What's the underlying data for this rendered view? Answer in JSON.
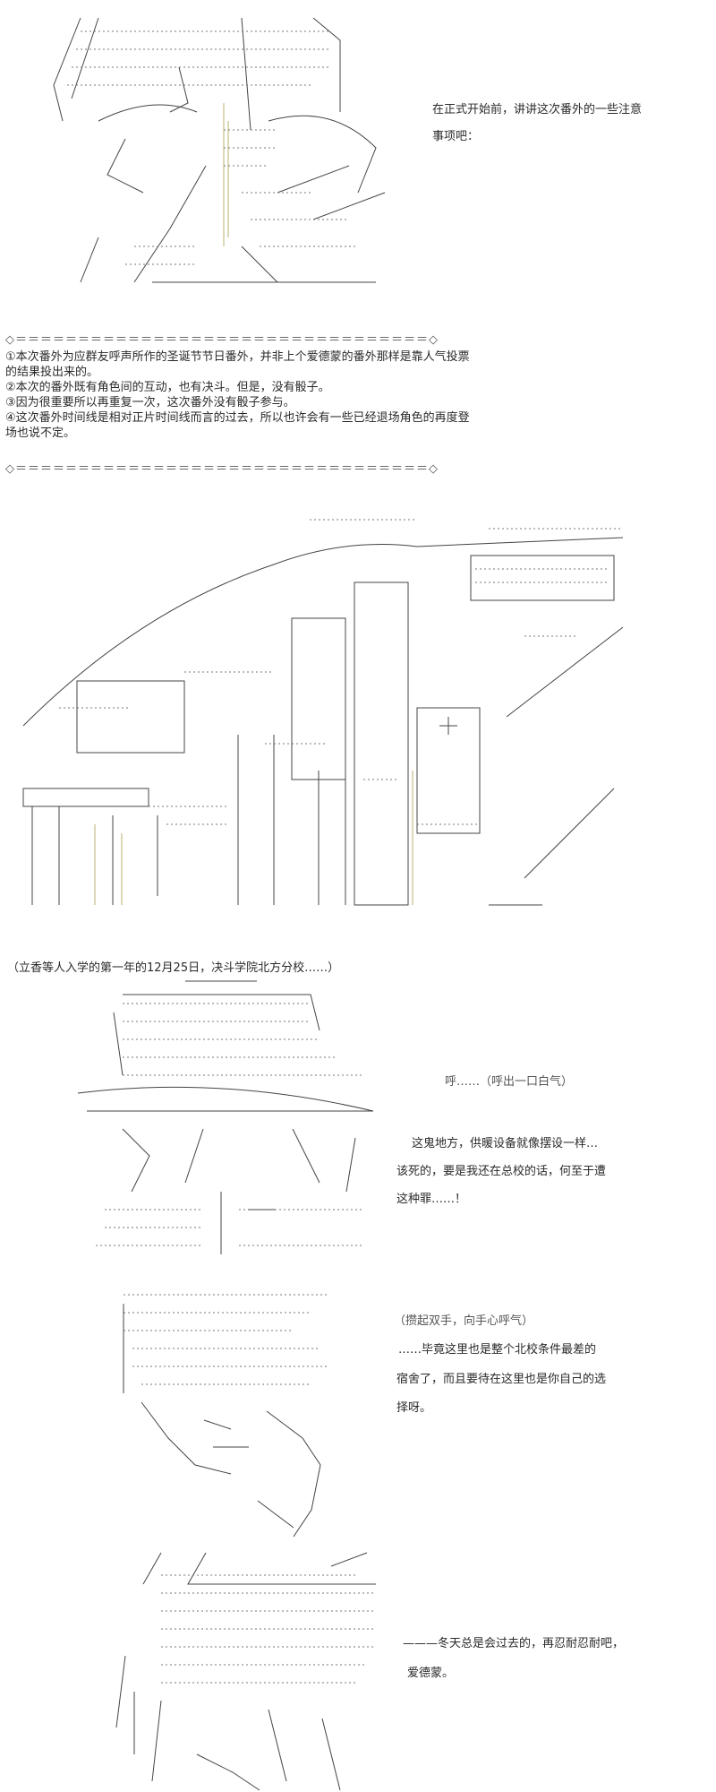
{
  "intro": {
    "line1": "在正式开始前，讲讲这次番外的一些注意",
    "line2": "事项吧："
  },
  "divider": "◇＝＝＝＝＝＝＝＝＝＝＝＝＝＝＝＝＝＝＝＝＝＝＝＝＝＝＝＝＝＝＝＝＝◇",
  "notes": [
    "①本次番外为应群友呼声所作的圣诞节节日番外，并非上个爱德蒙的番外那样是靠人气投票的结果投出来的。",
    "②本次的番外既有角色间的互动，也有决斗。但是，没有骰子。",
    "③因为很重要所以再重复一次，这次番外没有骰子参与。",
    "④这次番外时间线是相对正片时间线而言的过去，所以也许会有一些已经退场角色的再度登场也说不定。"
  ],
  "caption": "（立香等人入学的第一年的12月25日，决斗学院北方分校……）",
  "dialogue1": {
    "sigh": "呼……（呼出一口白气）",
    "line1": "这鬼地方，供暖设备就像摆设一样…",
    "line2": "该死的，要是我还在总校的话，何至于遭",
    "line3": "这种罪……！"
  },
  "dialogue2": {
    "action": "（攒起双手，向手心呼气）",
    "line1": "……毕竟这里也是整个北校条件最差的",
    "line2": "宿舍了，而且要待在这里也是你自己的选",
    "line3": "择呀。"
  },
  "dialogue3": {
    "line1": "———冬天总是会过去的，再忍耐忍耐吧，",
    "line2": "爱德蒙。"
  }
}
